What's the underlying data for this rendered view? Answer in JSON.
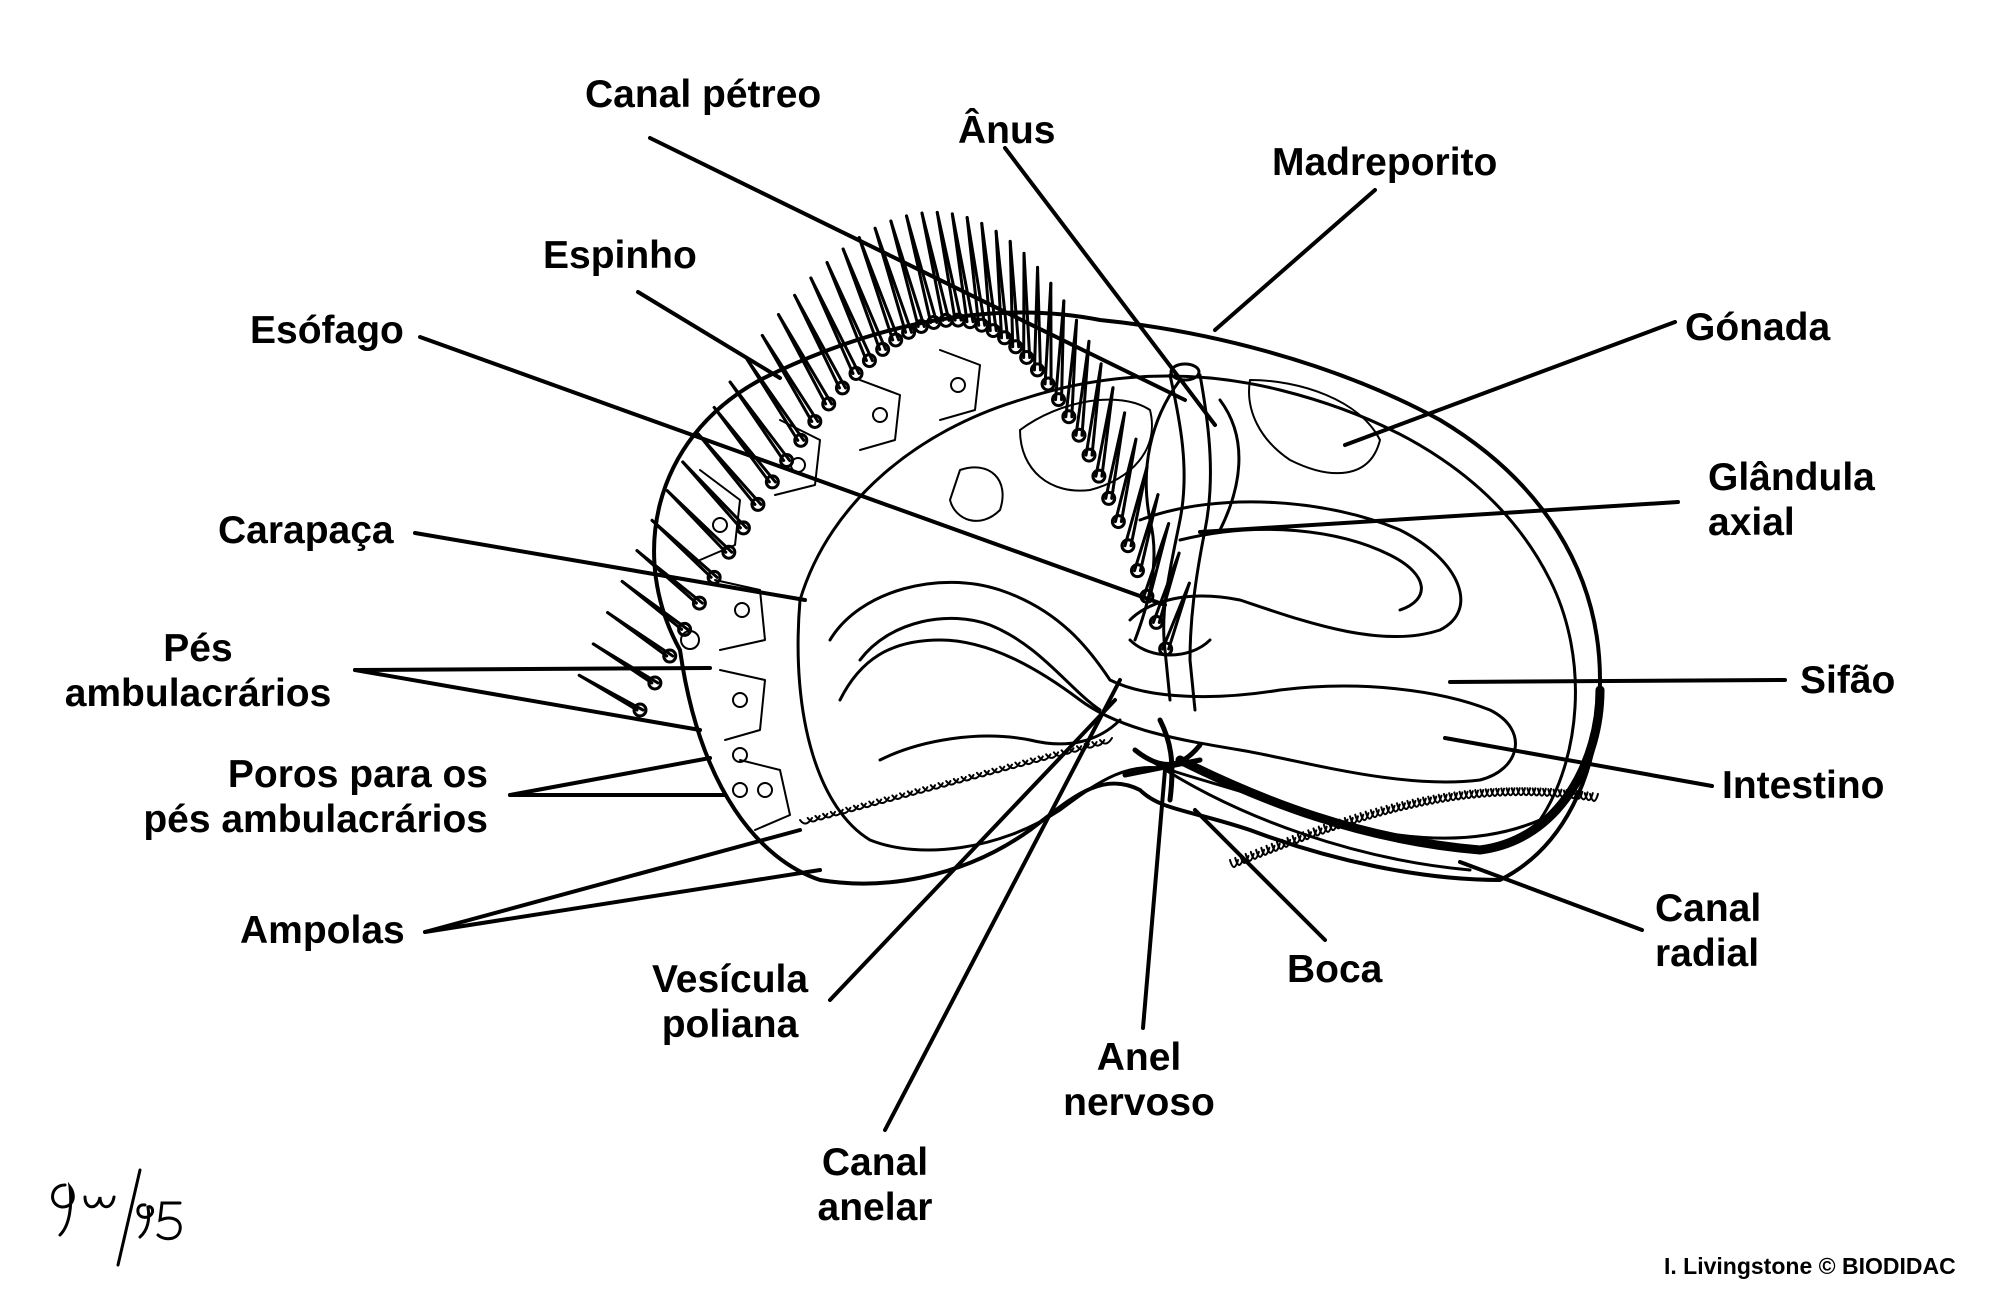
{
  "labels": {
    "canal_petreo": "Canal pétreo",
    "anus": "Ânus",
    "madreporito": "Madreporito",
    "espinho": "Espinho",
    "esofago": "Esófago",
    "gonada": "Gónada",
    "glandula_axial": [
      "Glândula",
      "axial"
    ],
    "carapaca": "Carapaça",
    "pes_ambulacrarios": [
      "Pés",
      "ambulacrários"
    ],
    "sifao": "Sifão",
    "poros": [
      "Poros para os",
      "pés ambulacrários"
    ],
    "intestino": "Intestino",
    "ampolas": "Ampolas",
    "canal_radial": [
      "Canal",
      "radial"
    ],
    "vesicula_poliana": [
      "Vesícula",
      "poliana"
    ],
    "boca": "Boca",
    "anel_nervoso": [
      "Anel",
      "nervoso"
    ],
    "canal_anelar": [
      "Canal",
      "anelar"
    ]
  },
  "credit": "I. Livingstone © BIODIDAC",
  "signature": "Gu/95"
}
